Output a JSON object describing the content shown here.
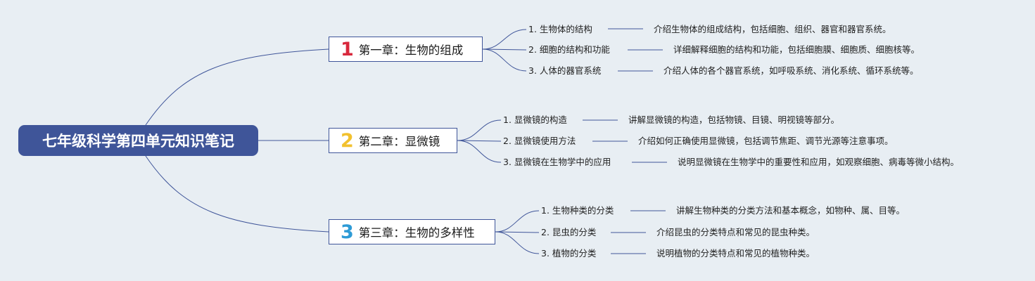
{
  "root": {
    "title": "七年级科学第四单元知识笔记"
  },
  "colors": {
    "line": "#3f5599",
    "root_bg": "#3f5599",
    "num1": "#d8283c",
    "num2": "#f2c12e",
    "num3": "#2e9bd6"
  },
  "chapters": [
    {
      "num": "1",
      "title": "第一章：生物的组成",
      "topics": [
        {
          "label": "1. 生物体的结构",
          "desc": "介绍生物体的组成结构，包括细胞、组织、器官和器官系统。"
        },
        {
          "label": "2. 细胞的结构和功能",
          "desc": "详细解释细胞的结构和功能，包括细胞膜、细胞质、细胞核等。"
        },
        {
          "label": "3. 人体的器官系统",
          "desc": "介绍人体的各个器官系统，如呼吸系统、消化系统、循环系统等。"
        }
      ]
    },
    {
      "num": "2",
      "title": "第二章：显微镜",
      "topics": [
        {
          "label": "1. 显微镜的构造",
          "desc": "讲解显微镜的构造，包括物镜、目镜、明视镜等部分。"
        },
        {
          "label": "2. 显微镜使用方法",
          "desc": "介绍如何正确使用显微镜，包括调节焦距、调节光源等注意事项。"
        },
        {
          "label": "3. 显微镜在生物学中的应用",
          "desc": "说明显微镜在生物学中的重要性和应用，如观察细胞、病毒等微小结构。"
        }
      ]
    },
    {
      "num": "3",
      "title": "第三章：生物的多样性",
      "topics": [
        {
          "label": "1. 生物种类的分类",
          "desc": "讲解生物种类的分类方法和基本概念，如物种、属、目等。"
        },
        {
          "label": "2. 昆虫的分类",
          "desc": "介绍昆虫的分类特点和常见的昆虫种类。"
        },
        {
          "label": "3. 植物的分类",
          "desc": "说明植物的分类特点和常见的植物种类。"
        }
      ]
    }
  ]
}
